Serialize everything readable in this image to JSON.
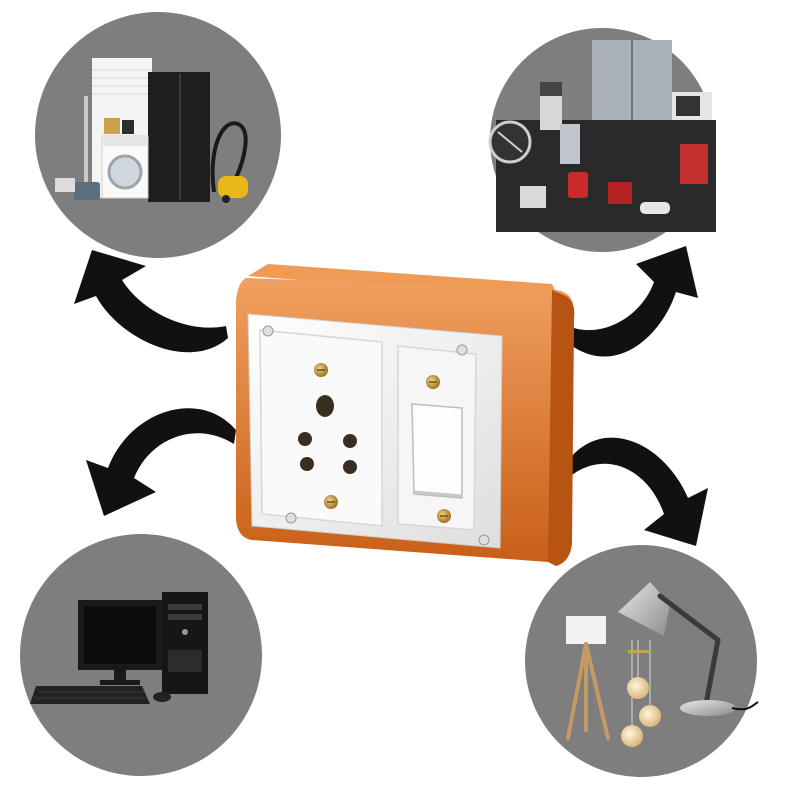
{
  "scene": {
    "center_item": "switch-socket-board",
    "groups": [
      {
        "id": "home-appliances",
        "items": [
          "water-dispenser",
          "washing-machine",
          "refrigerator",
          "vacuum-cleaner"
        ]
      },
      {
        "id": "kitchen-electronics",
        "items": [
          "mixer",
          "fan",
          "refrigerator",
          "microwave",
          "toaster",
          "iron"
        ]
      },
      {
        "id": "computer",
        "items": [
          "monitor",
          "cpu-tower",
          "keyboard",
          "mouse"
        ]
      },
      {
        "id": "lamps",
        "items": [
          "tripod-floor-lamp",
          "pendant-lights",
          "desk-lamp"
        ]
      }
    ]
  },
  "colors": {
    "circle_bg": "#7e7e7e",
    "box_orange": "#d86e22",
    "box_highlight": "#ef9a55",
    "plate_white": "#f3f3f3",
    "arrow": "#111111",
    "screw": "#c99a30"
  }
}
